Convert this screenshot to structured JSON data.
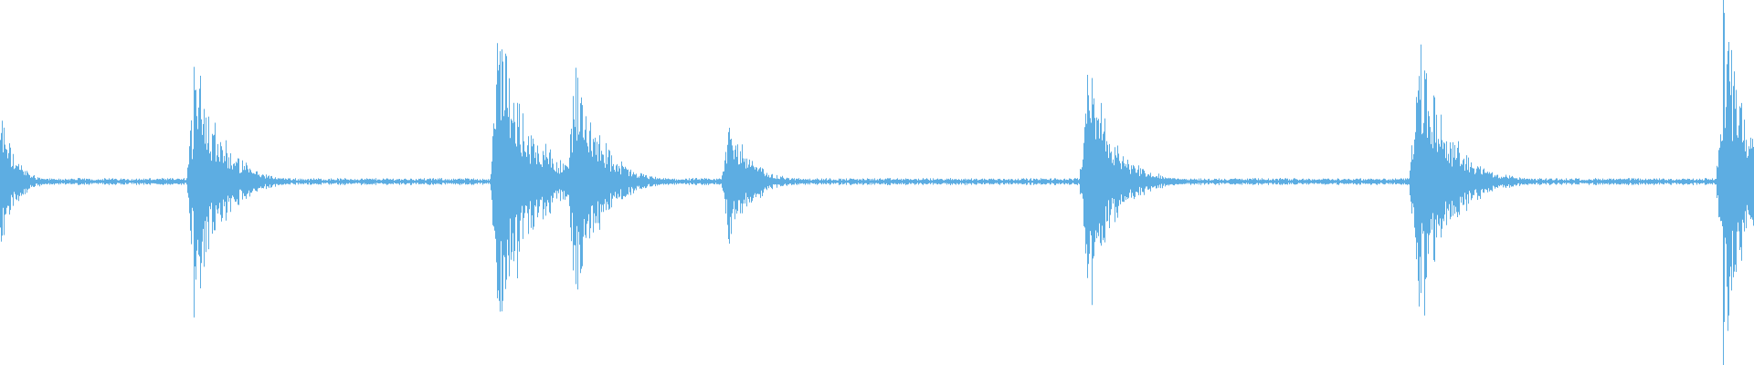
{
  "waveform": {
    "color": "#5dade2",
    "background": "#ffffff",
    "bursts": [
      {
        "position": 0.0,
        "amplitude": 0.2,
        "decay": 0.008
      },
      {
        "position": 0.11,
        "amplitude": 0.4,
        "decay": 0.014
      },
      {
        "position": 0.283,
        "amplitude": 0.45,
        "decay": 0.018
      },
      {
        "position": 0.3265,
        "amplitude": 0.36,
        "decay": 0.014
      },
      {
        "position": 0.4145,
        "amplitude": 0.2,
        "decay": 0.012
      },
      {
        "position": 0.619,
        "amplitude": 0.38,
        "decay": 0.014
      },
      {
        "position": 0.807,
        "amplitude": 0.44,
        "decay": 0.016
      },
      {
        "position": 0.982,
        "amplitude": 0.5,
        "decay": 0.014
      }
    ],
    "baseline_noise": 0.006
  }
}
